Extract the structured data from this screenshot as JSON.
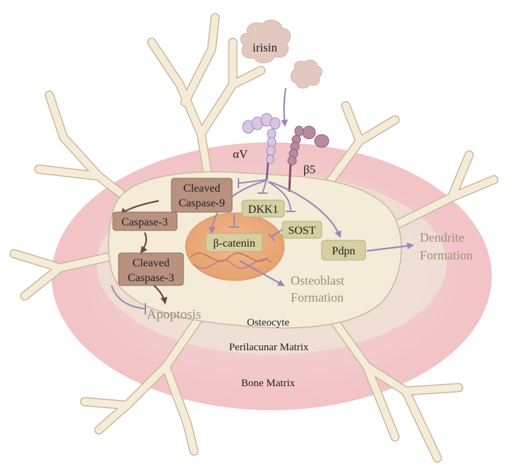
{
  "labels": {
    "irisin": "irisin",
    "alpha_v": "αV",
    "beta5": "β5",
    "dkk1": "DKK1",
    "sost": "SOST",
    "beta_catenin": "β-catenin",
    "pdpn": "Pdpn",
    "cleaved_caspase9_line1": "Cleaved",
    "cleaved_caspase9_line2": "Caspase-9",
    "caspase3": "Caspase-3",
    "cleaved_caspase3_line1": "Cleaved",
    "cleaved_caspase3_line2": "Caspase-3",
    "apoptosis": "Apoptosis",
    "osteoblast_line1": "Osteoblast",
    "osteoblast_line2": "Formation",
    "dendrite_line1": "Dendrite",
    "dendrite_line2": "Formation",
    "osteocyte": "Osteocyte",
    "perilacunar_matrix": "Perilacunar Matrix",
    "bone_matrix": "Bone Matrix"
  },
  "colors": {
    "bone_matrix": "#f4c9cb",
    "perilacunar": "#eadbcf",
    "cell_body": "#f4ecd9",
    "dendrite": "#f5ecd8",
    "dendrite_outline": "#c9b79c",
    "nucleus": "#ecae7c",
    "arrow_purple": "#9c88b6",
    "arrow_brown": "#6e4a3a",
    "integrin_alpha": "#d8c6e4",
    "integrin_beta": "#b88aa2",
    "irisin_cloud": "#e3c8bf"
  }
}
